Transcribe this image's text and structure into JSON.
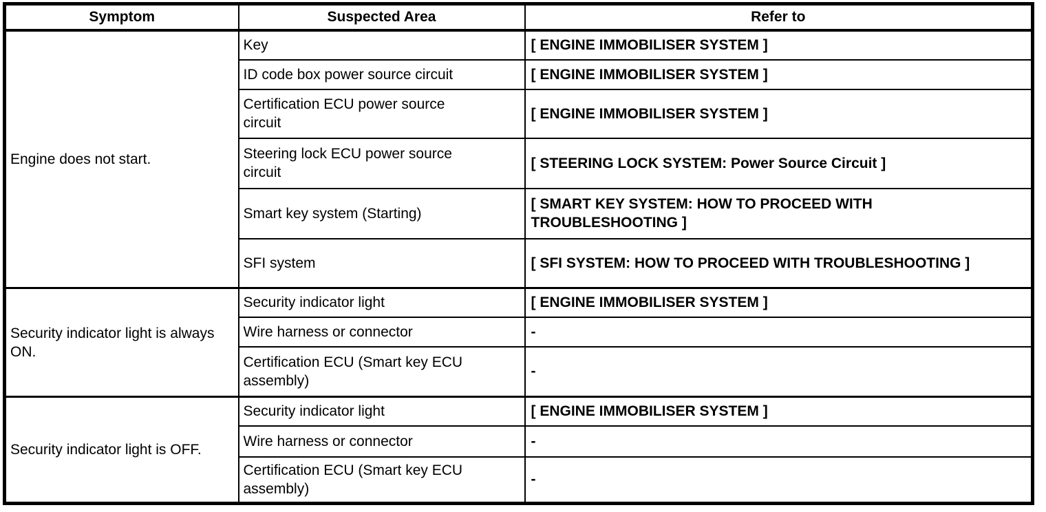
{
  "colors": {
    "background": "#ffffff",
    "border": "#000000",
    "text": "#000000"
  },
  "table": {
    "headers": {
      "symptom": "Symptom",
      "suspected_area": "Suspected Area",
      "refer_to": "Refer to"
    },
    "no_reference_mark": "-",
    "groups": [
      {
        "symptom": "Engine does not start.",
        "rows": [
          {
            "area": "Key",
            "refer": "[ ENGINE IMMOBILISER SYSTEM ]"
          },
          {
            "area": "ID code box power source circuit",
            "refer": "[ ENGINE IMMOBILISER SYSTEM ]"
          },
          {
            "area": "Certification ECU power source circuit",
            "refer": "[ ENGINE IMMOBILISER SYSTEM ]"
          },
          {
            "area": "Steering lock ECU power source circuit",
            "refer": "[ STEERING LOCK SYSTEM: Power Source Circuit ]"
          },
          {
            "area": "Smart key system (Starting)",
            "refer": "[ SMART KEY SYSTEM: HOW TO PROCEED WITH TROUBLESHOOTING ]"
          },
          {
            "area": "SFI system",
            "refer": "[ SFI SYSTEM: HOW TO PROCEED WITH TROUBLESHOOTING ]"
          }
        ]
      },
      {
        "symptom": "Security indicator light is always ON.",
        "rows": [
          {
            "area": "Security indicator light",
            "refer": "[ ENGINE IMMOBILISER SYSTEM ]"
          },
          {
            "area": "Wire harness or connector",
            "refer": "-"
          },
          {
            "area": "Certification ECU (Smart key ECU assembly)",
            "refer": "-"
          }
        ]
      },
      {
        "symptom": "Security indicator light is OFF.",
        "rows": [
          {
            "area": "Security indicator light",
            "refer": "[ ENGINE IMMOBILISER SYSTEM ]"
          },
          {
            "area": "Wire harness or connector",
            "refer": "-"
          },
          {
            "area": "Certification ECU (Smart key ECU assembly)",
            "refer": "-"
          }
        ]
      }
    ]
  }
}
